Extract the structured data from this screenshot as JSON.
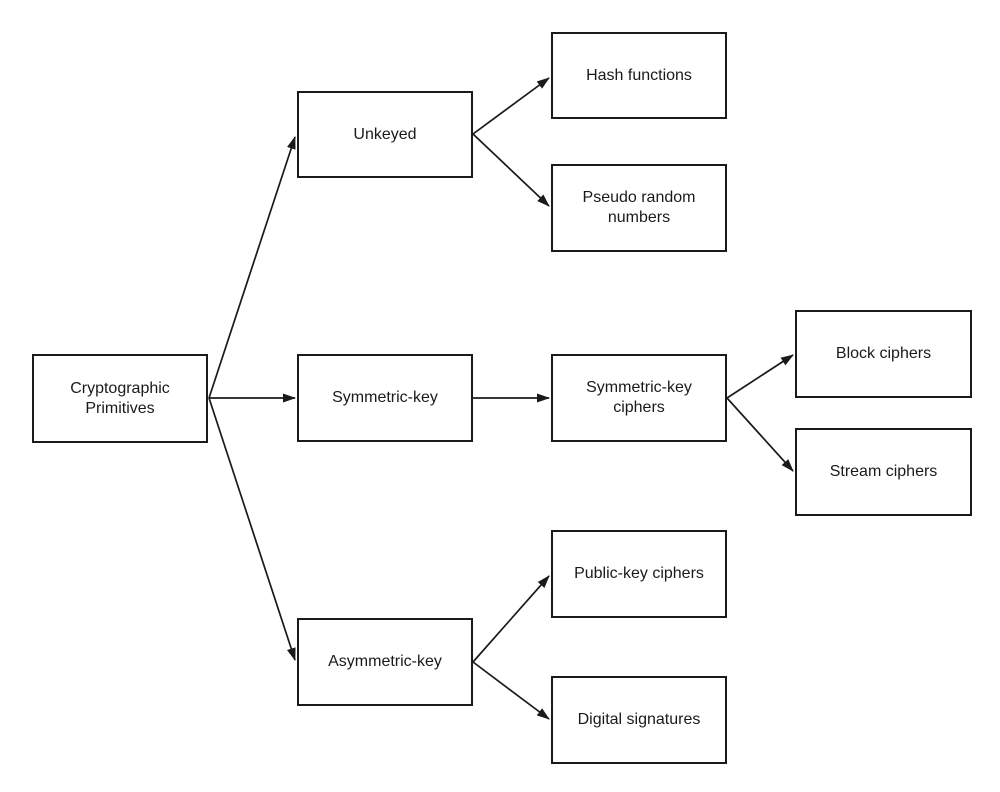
{
  "diagram": {
    "colors": {
      "stroke": "#1a1a1a",
      "box_fill": "#ffffff",
      "background": "#ffffff"
    },
    "nodes": [
      {
        "id": "cryptographic-primitives",
        "label": "Cryptographic Primitives"
      },
      {
        "id": "unkeyed",
        "label": "Unkeyed"
      },
      {
        "id": "hash-functions",
        "label": "Hash functions"
      },
      {
        "id": "pseudo-random-numbers",
        "label": "Pseudo random numbers"
      },
      {
        "id": "symmetric-key",
        "label": "Symmetric-key"
      },
      {
        "id": "symmetric-key-ciphers",
        "label": "Symmetric-key ciphers"
      },
      {
        "id": "block-ciphers",
        "label": "Block ciphers"
      },
      {
        "id": "stream-ciphers",
        "label": "Stream ciphers"
      },
      {
        "id": "asymmetric-key",
        "label": "Asymmetric-key"
      },
      {
        "id": "public-key-ciphers",
        "label": "Public-key ciphers"
      },
      {
        "id": "digital-signatures",
        "label": "Digital signatures"
      }
    ],
    "edges": [
      {
        "from": "cryptographic-primitives",
        "to": "unkeyed"
      },
      {
        "from": "cryptographic-primitives",
        "to": "symmetric-key"
      },
      {
        "from": "cryptographic-primitives",
        "to": "asymmetric-key"
      },
      {
        "from": "unkeyed",
        "to": "hash-functions"
      },
      {
        "from": "unkeyed",
        "to": "pseudo-random-numbers"
      },
      {
        "from": "symmetric-key",
        "to": "symmetric-key-ciphers"
      },
      {
        "from": "symmetric-key-ciphers",
        "to": "block-ciphers"
      },
      {
        "from": "symmetric-key-ciphers",
        "to": "stream-ciphers"
      },
      {
        "from": "asymmetric-key",
        "to": "public-key-ciphers"
      },
      {
        "from": "asymmetric-key",
        "to": "digital-signatures"
      }
    ]
  }
}
